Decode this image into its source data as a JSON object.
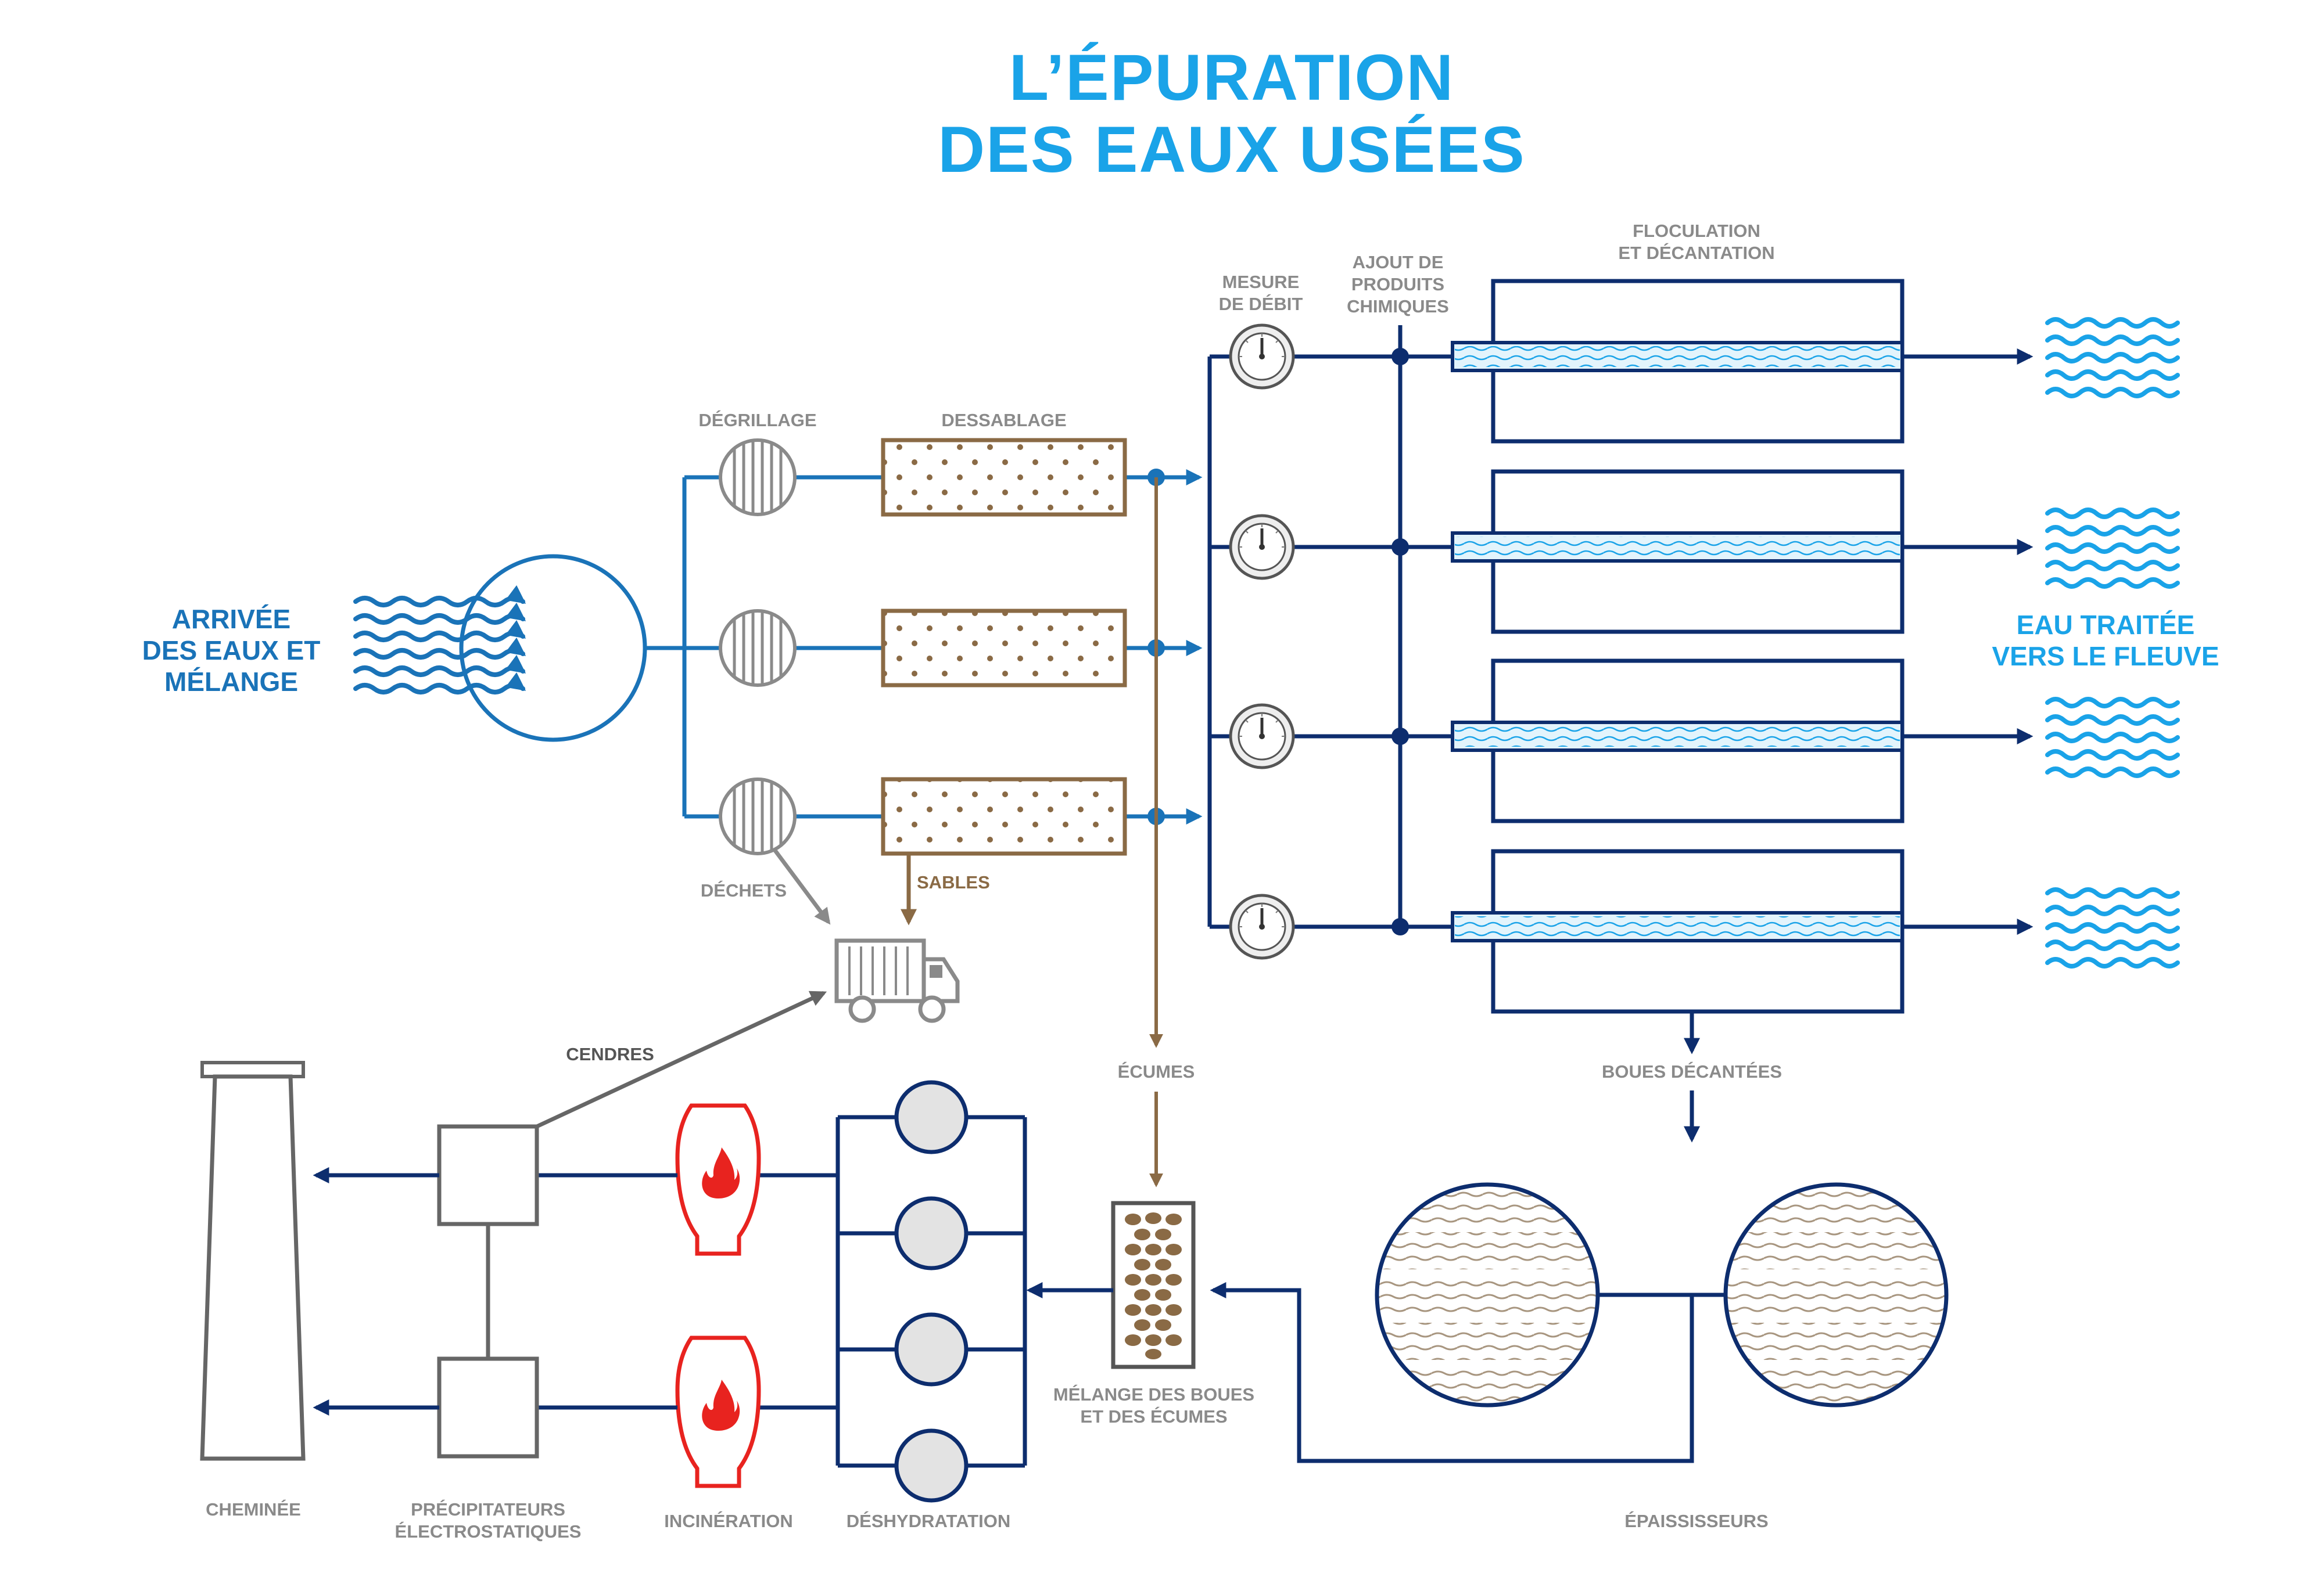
{
  "title": {
    "line1": "L’ÉPURATION",
    "line2": "DES EAUX USÉES"
  },
  "labels": {
    "inlet": [
      "ARRIVÉE",
      "DES EAUX ET",
      "MÉLANGE"
    ],
    "screening": "DÉGRILLAGE",
    "grit_removal": "DESSABLAGE",
    "flow_measure": [
      "MESURE",
      "DE DÉBIT"
    ],
    "chemicals": [
      "AJOUT DE",
      "PRODUITS",
      "CHIMIQUES"
    ],
    "flocculation": [
      "FLOCULATION",
      "ET DÉCANTATION"
    ],
    "treated_water": [
      "EAU TRAITÉE",
      "VERS LE FLEUVE"
    ],
    "waste": "DÉCHETS",
    "sand": "SABLES",
    "ash": "CENDRES",
    "scum": "ÉCUMES",
    "settled_sludge": "BOUES DÉCANTÉES",
    "mixing": [
      "MÉLANGE DES BOUES",
      "ET DES ÉCUMES"
    ],
    "chimney": "CHEMINÉE",
    "precipitators": [
      "PRÉCIPITATEURS",
      "ÉLECTROSTATIQUES"
    ],
    "incineration": "INCINÉRATION",
    "dewatering": "DÉSHYDRATATION",
    "thickeners": "ÉPAISSISSEURS"
  },
  "colors": {
    "title": "#1aa3e8",
    "inlet_blue": "#1a73b8",
    "navy": "#0d2d6e",
    "light_blue": "#1aa3e8",
    "gray": "#8a8a8a",
    "brown": "#8a6a45",
    "red": "#e8231f"
  }
}
